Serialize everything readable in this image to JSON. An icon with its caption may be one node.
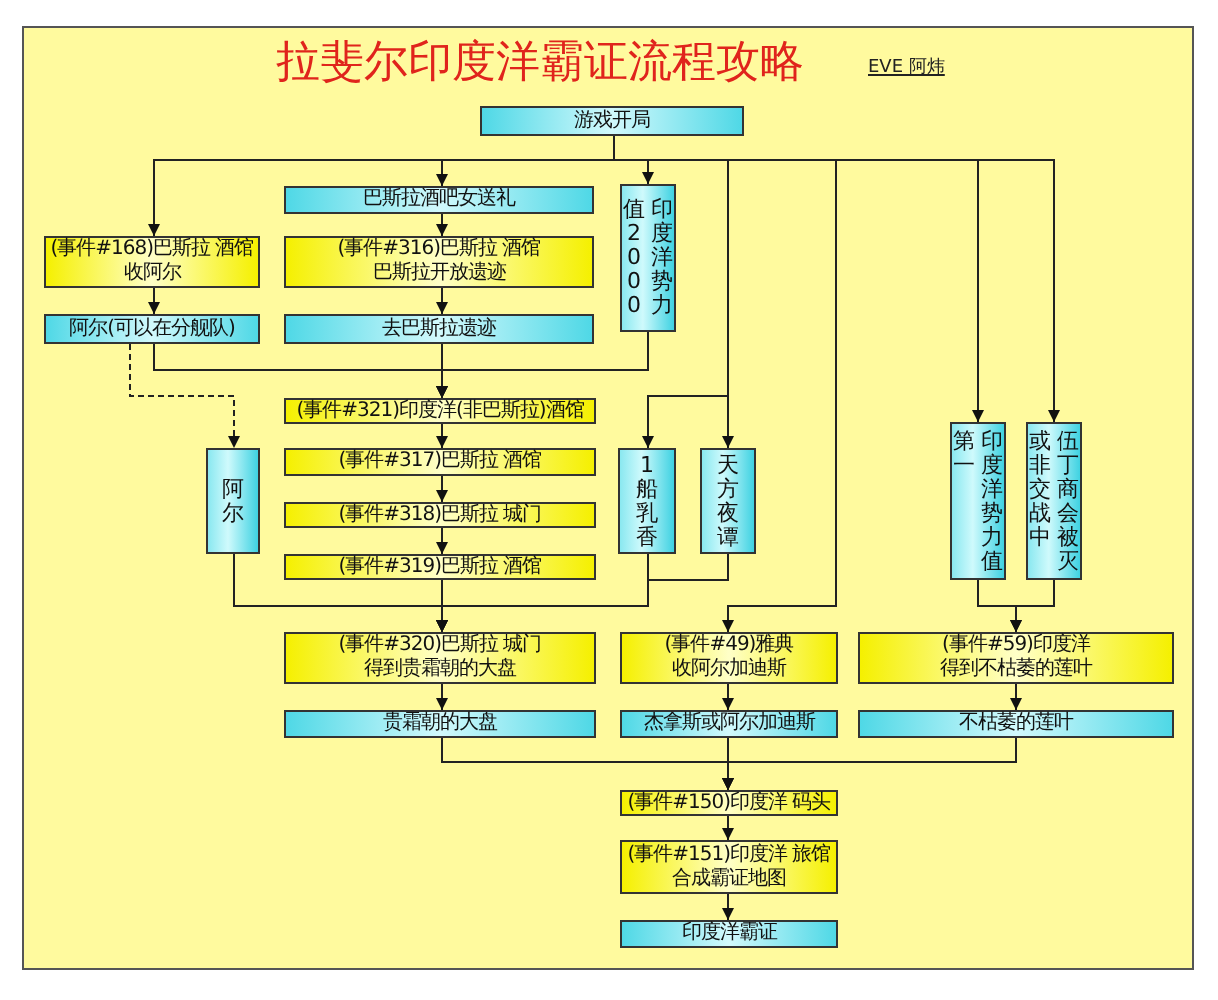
{
  "diagram": {
    "title": "拉斐尔印度洋霸证流程攻略",
    "nodes": [
      {
        "text": [
          "游戏开局"
        ]
      },
      {
        "text": [
          "巴斯拉酒吧女送礼"
        ]
      },
      {
        "text": [
          "(事件#168)巴斯拉 酒馆",
          "收阿尔"
        ]
      },
      {
        "text": [
          "(事件#316)巴斯拉 酒馆",
          "巴斯拉开放遗迹"
        ]
      },
      {
        "text": [
          "印度洋势力值2000"
        ]
      },
      {
        "text": [
          "阿尔(可以在分舰队)"
        ]
      },
      {
        "text": [
          "去巴斯拉遗迹"
        ]
      },
      {
        "text": [
          "(事件#321)印度洋(非巴斯拉)酒馆"
        ]
      },
      {
        "text": [
          "阿尔"
        ]
      },
      {
        "text": [
          "(事件#317)巴斯拉 酒馆"
        ]
      },
      {
        "text": [
          "1船乳香"
        ]
      },
      {
        "text": [
          "天方夜谭"
        ]
      },
      {
        "text": [
          "印度洋势力值第一"
        ]
      },
      {
        "text": [
          "伍丁商会被灭或非交战中"
        ]
      },
      {
        "text": [
          "(事件#318)巴斯拉 城门"
        ]
      },
      {
        "text": [
          "(事件#319)巴斯拉 酒馆"
        ]
      },
      {
        "text": [
          "(事件#320)巴斯拉 城门",
          "得到贵霜朝的大盘"
        ]
      },
      {
        "text": [
          "(事件#49)雅典",
          "收阿尔加迪斯"
        ]
      },
      {
        "text": [
          "(事件#59)印度洋",
          "得到不枯萎的莲叶"
        ]
      },
      {
        "text": [
          "贵霜朝的大盘"
        ]
      },
      {
        "text": [
          "杰拿斯或阿尔加迪斯"
        ]
      },
      {
        "text": [
          "不枯萎的莲叶"
        ]
      },
      {
        "text": [
          "(事件#150)印度洋 码头"
        ]
      },
      {
        "text": [
          "(事件#151)印度洋 旅馆",
          "合成霸证地图"
        ]
      },
      {
        "text": [
          "印度洋霸证"
        ]
      }
    ],
    "edges": [
      {
        "from": 0,
        "to": 1,
        "arrow": "to"
      },
      {
        "from": 0,
        "to": 2,
        "arrow": "to"
      },
      {
        "from": 0,
        "to": 4,
        "arrow": "to"
      },
      {
        "from": 0,
        "to": 10,
        "arrow": "to"
      },
      {
        "from": 0,
        "to": 11,
        "arrow": "to"
      },
      {
        "from": 0,
        "to": 17,
        "arrow": "to"
      },
      {
        "from": 0,
        "to": 12,
        "arrow": "to"
      },
      {
        "from": 0,
        "to": 13,
        "arrow": "to"
      },
      {
        "from": 1,
        "to": 3,
        "arrow": "to"
      },
      {
        "from": 2,
        "to": 5,
        "arrow": "to"
      },
      {
        "from": 3,
        "to": 6,
        "arrow": "to"
      },
      {
        "from": 5,
        "to": 7,
        "arrow": "to"
      },
      {
        "from": 6,
        "to": 7,
        "arrow": "to"
      },
      {
        "from": 4,
        "to": 7,
        "arrow": "to"
      },
      {
        "from": 5,
        "to": 8,
        "arrow": "to",
        "style": "dashed"
      },
      {
        "from": 7,
        "to": 9,
        "arrow": "to"
      },
      {
        "from": 9,
        "to": 14,
        "arrow": "to"
      },
      {
        "from": 14,
        "to": 15,
        "arrow": "to"
      },
      {
        "from": 8,
        "to": 16,
        "arrow": "to"
      },
      {
        "from": 15,
        "to": 16,
        "arrow": "to"
      },
      {
        "from": 10,
        "to": 16,
        "arrow": "to"
      },
      {
        "from": 11,
        "to": 16,
        "arrow": "to"
      },
      {
        "from": 12,
        "to": 18,
        "arrow": "to"
      },
      {
        "from": 13,
        "to": 18,
        "arrow": "to"
      },
      {
        "from": 16,
        "to": 19,
        "arrow": "to"
      },
      {
        "from": 17,
        "to": 20,
        "arrow": "to"
      },
      {
        "from": 18,
        "to": 21,
        "arrow": "to"
      },
      {
        "from": 19,
        "to": 22,
        "arrow": "to"
      },
      {
        "from": 20,
        "to": 22,
        "arrow": "to"
      },
      {
        "from": 21,
        "to": 22,
        "arrow": "to"
      },
      {
        "from": 22,
        "to": 23,
        "arrow": "to"
      },
      {
        "from": 23,
        "to": 24,
        "arrow": "to"
      }
    ],
    "labels": [
      "EVE 阿炜"
    ]
  }
}
